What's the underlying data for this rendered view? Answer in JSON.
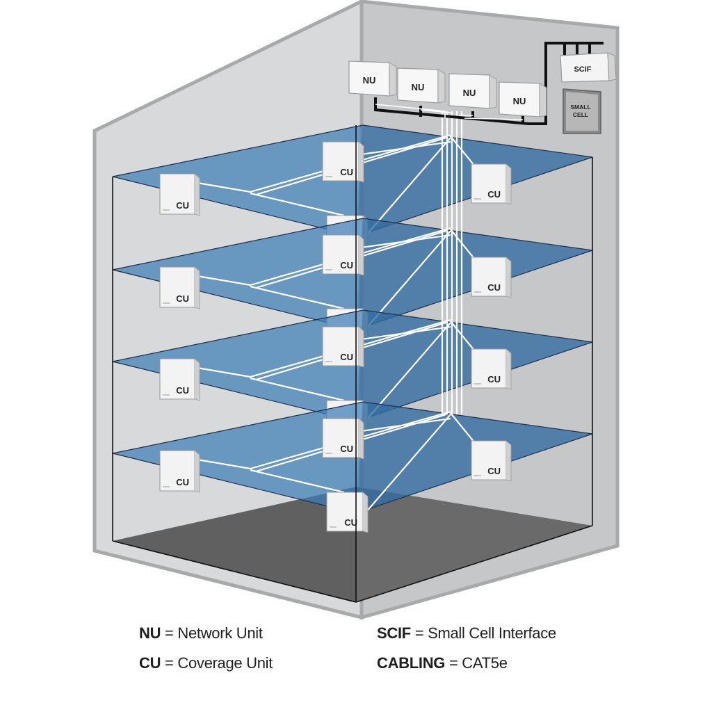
{
  "diagram": {
    "units": {
      "network_unit": "NU",
      "coverage_unit": "CU",
      "small_cell_interface": "SCIF",
      "small_cell_line1": "SMALL",
      "small_cell_line2": "CELL"
    },
    "legend": [
      {
        "abbr": "NU",
        "desc": "= Network Unit"
      },
      {
        "abbr": "CU",
        "desc": "= Coverage Unit"
      },
      {
        "abbr": "SCIF",
        "desc": "= Small Cell Interface"
      },
      {
        "abbr": "CABLING",
        "desc": "= CAT5e"
      }
    ],
    "floor_count": 4,
    "network_unit_count": 4,
    "colors": {
      "wall_left": "#d6d7d8",
      "wall_back": "#c4c5c6",
      "wall_outline": "#a9aaab",
      "floor_plate": "#3d7db5",
      "cable": "#ffffff",
      "ground": "#5c5c5c"
    }
  }
}
